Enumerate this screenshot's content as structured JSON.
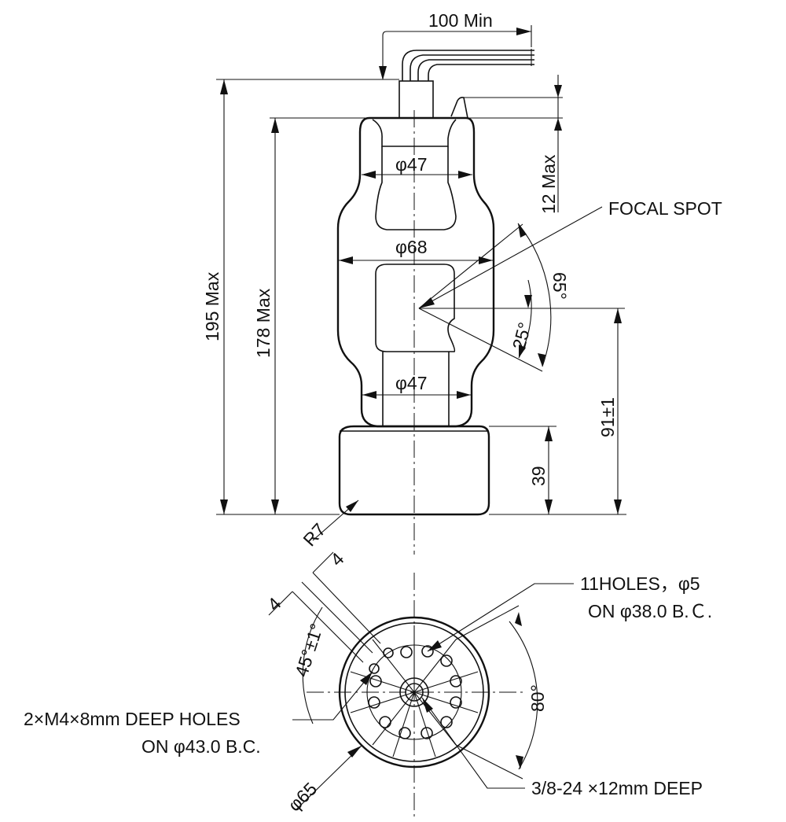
{
  "labels": {
    "cable_length": "100 Min",
    "overall_height": "195 Max",
    "body_height": "178 Max",
    "top_offset": "12 Max",
    "focal_spot": "FOCAL SPOT",
    "dia_upper": "φ47",
    "dia_middle": "φ68",
    "dia_lower": "φ47",
    "angle_outer": "65°",
    "angle_inner": "25°",
    "focal_height": "91±1",
    "base_height": "39",
    "base_radius": "R7",
    "dim_4_left": "4",
    "dim_4_right": "4",
    "angle_45": "45°±1°",
    "holes_line1": "11HOLES，φ5",
    "holes_line2": "ON φ38.0 B.Ｃ.",
    "deep_holes_line1": "2×M4×8mm DEEP HOLES",
    "deep_holes_line2": "ON φ43.0 B.C.",
    "angle_80": "80°",
    "base_dia": "φ65",
    "thread": "3/8-24 ×12mm DEEP"
  }
}
